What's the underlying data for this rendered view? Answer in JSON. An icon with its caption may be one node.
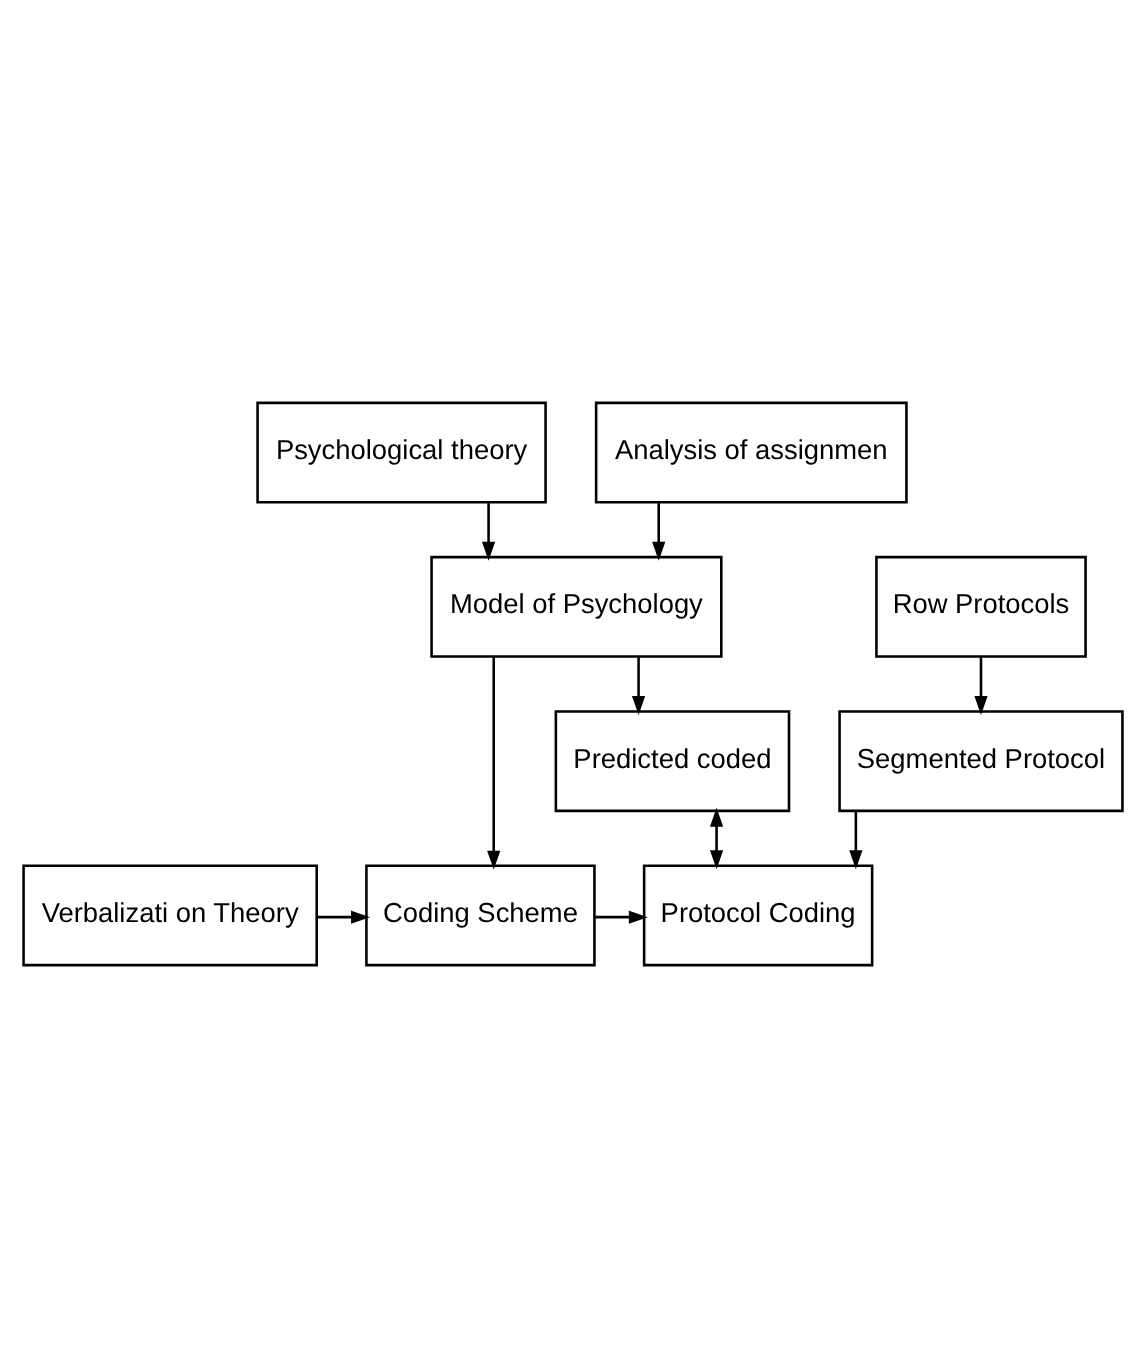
{
  "diagram": {
    "nodes": [
      {
        "text": [
          "Psychological theory"
        ]
      },
      {
        "text": [
          "Analysis of assignmen"
        ]
      },
      {
        "text": [
          "Model of Psychology"
        ]
      },
      {
        "text": [
          "Predicted coded"
        ]
      },
      {
        "text": [
          "Protocol Coding"
        ]
      },
      {
        "text": [
          "Coding Scheme"
        ]
      },
      {
        "text": [
          "Verbalizati on Theory"
        ]
      },
      {
        "text": [
          "Segmented Protocol"
        ]
      },
      {
        "text": [
          "Row Protocols"
        ]
      }
    ],
    "edges": [
      {
        "from": 0,
        "to": 2,
        "arrow": "to"
      },
      {
        "from": 1,
        "to": 2,
        "arrow": "to"
      },
      {
        "from": 2,
        "to": 3,
        "arrow": "to"
      },
      {
        "from": 2,
        "to": 5,
        "arrow": "to"
      },
      {
        "from": 3,
        "to": 4,
        "arrow": "both"
      },
      {
        "from": 5,
        "to": 4,
        "arrow": "to"
      },
      {
        "from": 6,
        "to": 5,
        "arrow": "to"
      },
      {
        "from": 7,
        "to": 4,
        "arrow": "to"
      },
      {
        "from": 8,
        "to": 7,
        "arrow": "to"
      }
    ]
  }
}
